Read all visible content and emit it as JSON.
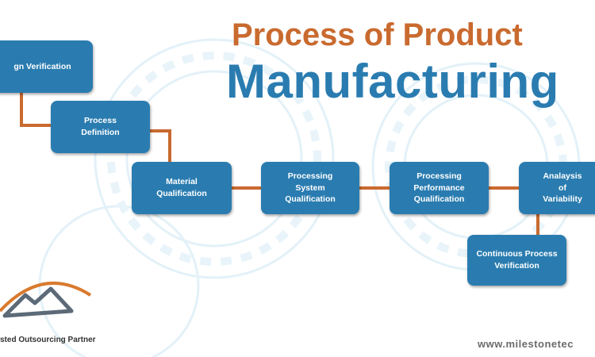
{
  "title": {
    "line1": "Process of Product",
    "line2": "Manufacturing"
  },
  "steps": [
    {
      "label": "gn Verification"
    },
    {
      "label": "Process\nDefinition"
    },
    {
      "label": "Material\nQualification"
    },
    {
      "label": "Processing\nSystem\nQualification"
    },
    {
      "label": "Processing\nPerformance\nQualification"
    },
    {
      "label": "Analaysis\nof\nVariability"
    },
    {
      "label": "Continuous Process\nVerification"
    }
  ],
  "footer": {
    "tagline": "sted Outsourcing Partner",
    "website": "www.milestonetec"
  },
  "colors": {
    "box": "#2a7cb0",
    "connector": "#c96a2f",
    "title_top": "#c96a2f",
    "title_bottom": "#2a7cb0"
  },
  "icons": {
    "logo": "mountain-logo-icon"
  }
}
